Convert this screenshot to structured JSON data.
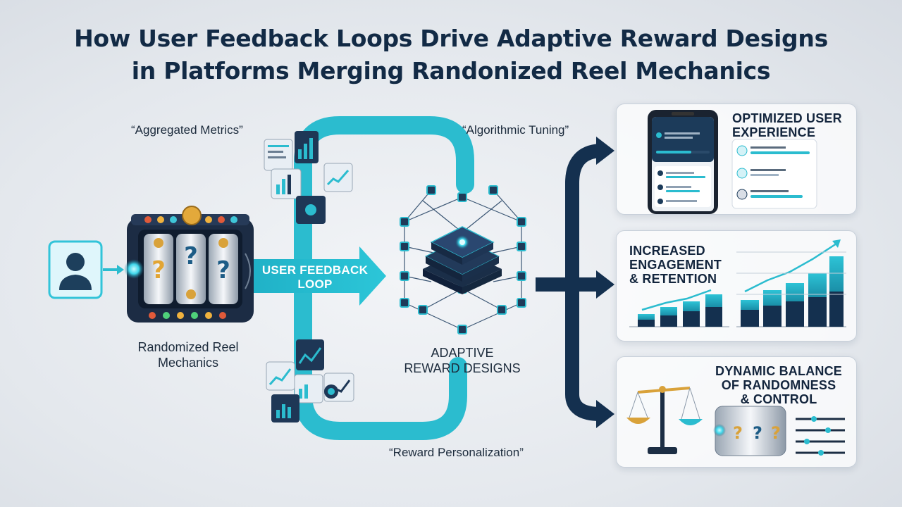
{
  "title": {
    "line1": "How User Feedback Loops Drive Adaptive Reward Designs",
    "line2": "in Platforms Merging Randonized Reel Mechanics"
  },
  "labels": {
    "aggregated_metrics": "“Aggregated Metrics”",
    "algorithmic_tuning": "“Algorithmic Tuning”",
    "reward_personalization": "“Reward Personalization”",
    "user_feedback_loop_1": "USER FEEDBACK",
    "user_feedback_loop_2": "LOOP",
    "randomized_reel_1": "Randomized Reel",
    "randomized_reel_2": "Mechanics",
    "adaptive_1": "ADAPTIVE",
    "adaptive_2": "REWARD DESIGNS"
  },
  "panels": [
    {
      "title_1": "OPTIMIZED USER",
      "title_2": "EXPERIENCE",
      "title_3": ""
    },
    {
      "title_1": "INCREASED",
      "title_2": "ENGAGEMENT",
      "title_3": "& RETENTION"
    },
    {
      "title_1": "DYNAMIC BALANCE",
      "title_2": "OF RANDOMNESS",
      "title_3": "& CONTROL"
    }
  ],
  "colors": {
    "navy": "#14304f",
    "teal": "#22b8cc",
    "gold": "#d9a23a"
  },
  "icons": [
    "user-icon",
    "slot-machine-icon",
    "metric-cube-icon",
    "neural-network-icon",
    "smartphone-icon",
    "bar-chart-icon",
    "balance-scale-icon",
    "reel-icon"
  ]
}
